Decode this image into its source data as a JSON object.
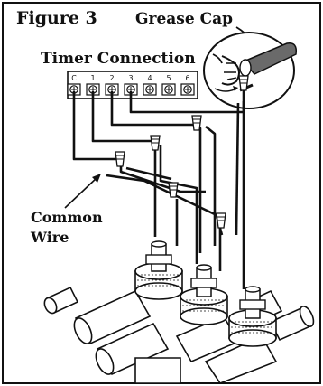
{
  "figure": {
    "title": "Figure 3",
    "timer_connection_label": "Timer Connection",
    "grease_cap_label": "Grease Cap",
    "common_wire_label_line1": "Common",
    "common_wire_label_line2": "Wire"
  },
  "terminals": [
    "C",
    "1",
    "2",
    "3",
    "4",
    "5",
    "6"
  ]
}
